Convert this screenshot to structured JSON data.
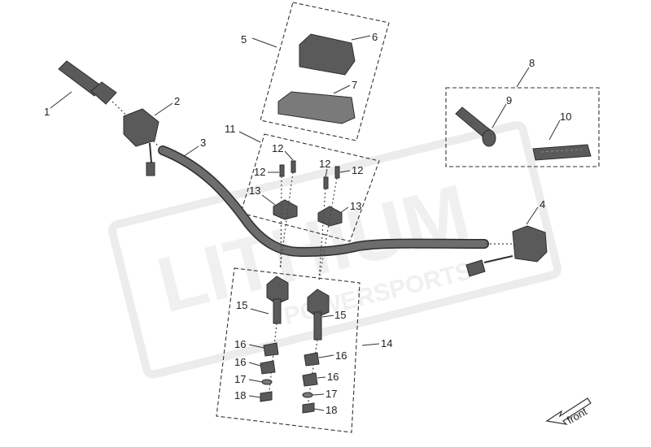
{
  "watermark": {
    "brand": "LITHIUM",
    "sub": "POWERSPORTS"
  },
  "direction": {
    "label": "front"
  },
  "callouts": [
    "1",
    "2",
    "3",
    "4",
    "5",
    "6",
    "7",
    "8",
    "9",
    "10",
    "11",
    "12",
    "13",
    "14",
    "15",
    "16",
    "17",
    "18"
  ],
  "colors": {
    "part": "#5a5a5a",
    "line": "#333333",
    "watermark": "#ececec"
  }
}
